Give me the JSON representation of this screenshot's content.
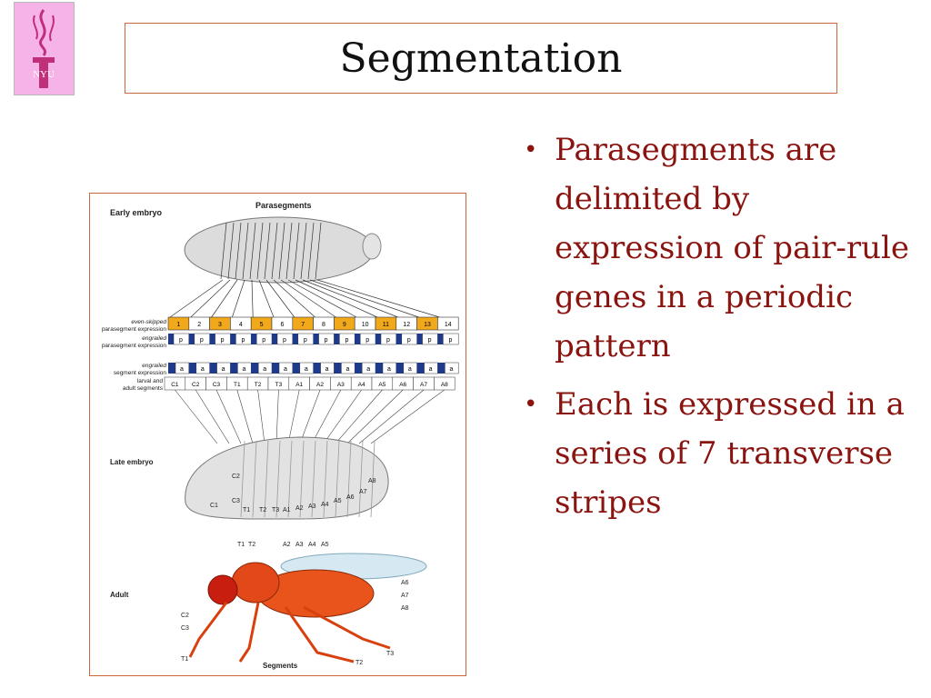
{
  "slide": {
    "title": "Segmentation",
    "bullets": [
      {
        "text": "Parasegments are delimited by expression of pair-rule genes in a periodic pattern"
      },
      {
        "text": "Each is expressed in a series of 7 transverse stripes"
      }
    ]
  },
  "logo": {
    "text": "NYU",
    "icon": "torch-logo-icon"
  },
  "figure": {
    "parasegments_title": "Parasegments",
    "early_embryo": "Early embryo",
    "late_embryo": "Late embryo",
    "adult": "Adult",
    "segments_title": "Segments",
    "row_labels": {
      "even_skipped_1": "even-skipped",
      "even_skipped_2": "parasegment expression",
      "engrailed_p_1": "engrailed",
      "engrailed_p_2": "parasegment expression",
      "engrailed_s_1": "engrailed",
      "engrailed_s_2": "segment expression",
      "segments_1": "larval and",
      "segments_2": "adult segments"
    },
    "parasegment_numbers": [
      "1",
      "2",
      "3",
      "4",
      "5",
      "6",
      "7",
      "8",
      "9",
      "10",
      "11",
      "12",
      "13",
      "14"
    ],
    "highlight_colors": {
      "odd": "#f2a81b",
      "even": "#ffffff",
      "p": "#1d3a8c"
    },
    "p_letter": "p",
    "a_letter": "a",
    "segments": [
      "C1",
      "C2",
      "C3",
      "T1",
      "T2",
      "T3",
      "A1",
      "A2",
      "A3",
      "A4",
      "A5",
      "A6",
      "A7",
      "A8"
    ],
    "late_labels": [
      "C1",
      "C2",
      "C3",
      "T1",
      "T2",
      "T3",
      "A1",
      "A2",
      "A3",
      "A4",
      "A5",
      "A6",
      "A7",
      "A8"
    ],
    "adult_labels_top": [
      "T1",
      "T2",
      "A2",
      "A3",
      "A4",
      "A5"
    ],
    "adult_labels_right": [
      "A6",
      "A7",
      "A8"
    ],
    "adult_labels_left": [
      "C2",
      "C3",
      "T1"
    ],
    "adult_labels_bottom": [
      "T2",
      "T3"
    ]
  }
}
